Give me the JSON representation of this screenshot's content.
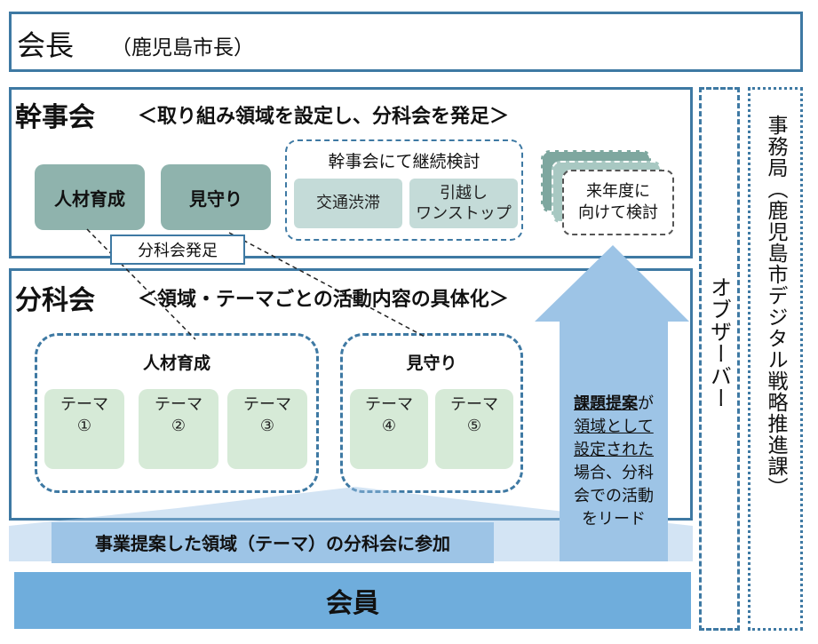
{
  "chairman": {
    "title": "会長",
    "sub": "（鹿児島市長）"
  },
  "kanji": {
    "title": "幹事会",
    "desc": "＜取り組み領域を設定し、分科会を発足＞",
    "box1": "人材育成",
    "box2": "見守り",
    "continue_title": "幹事会にて継続検討",
    "cont1": "交通渋滞",
    "cont2_l1": "引越し",
    "cont2_l2": "ワンストップ",
    "next_l1": "来年度に",
    "next_l2": "向けて検討",
    "launch_label": "分科会発足"
  },
  "bunka": {
    "title": "分科会",
    "desc": "＜領域・テーマごとの活動内容の具体化＞",
    "group1": "人材育成",
    "group2": "見守り",
    "themes": [
      {
        "l1": "テーマ",
        "l2": "①"
      },
      {
        "l1": "テーマ",
        "l2": "②"
      },
      {
        "l1": "テーマ",
        "l2": "③"
      },
      {
        "l1": "テーマ",
        "l2": "④"
      },
      {
        "l1": "テーマ",
        "l2": "⑤"
      }
    ]
  },
  "arrow_up": {
    "l1a": "課題提案",
    "l1b": "が",
    "l2": "領域として",
    "l3": "設定された",
    "l4": "場合、分科",
    "l5": "会での活動",
    "l6": "をリード"
  },
  "participate": "事業提案した領域（テーマ）の分科会に参加",
  "members": "会員",
  "observer": "オブザーバー",
  "office": "事務局（鹿児島市デジタル戦略推進課）"
}
